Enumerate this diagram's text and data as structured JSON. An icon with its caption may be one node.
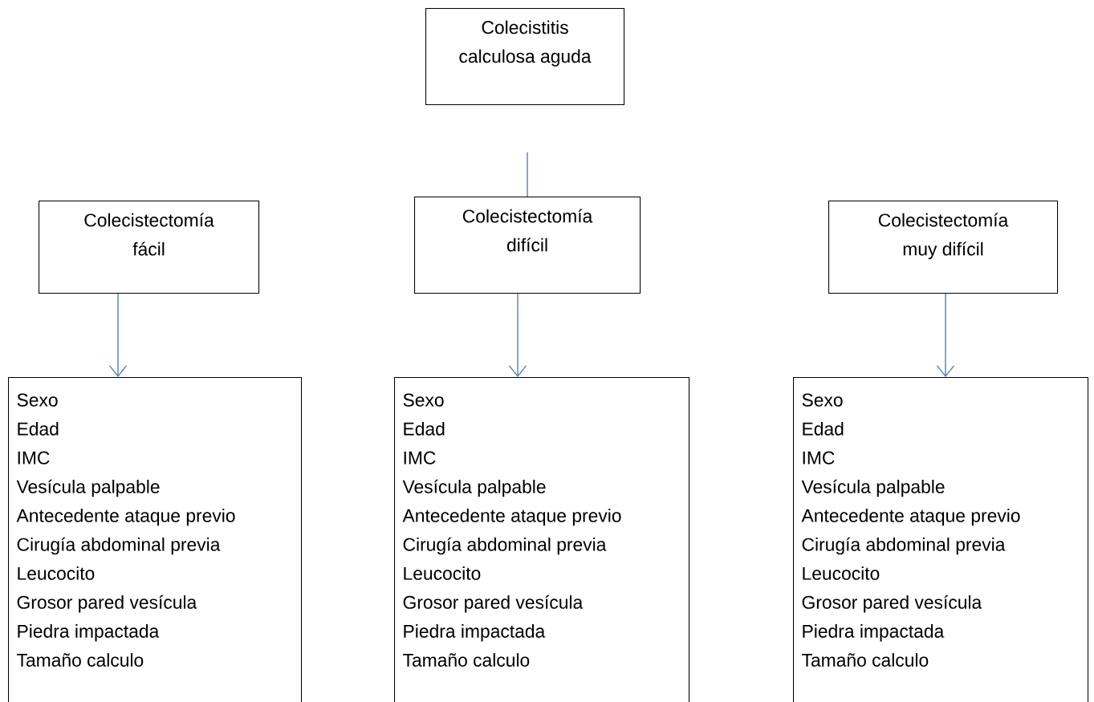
{
  "diagram": {
    "nodes": [
      {
        "text": [
          "Colecistitis calculosa aguda"
        ]
      },
      {
        "text": [
          "Colecistectomía fácil"
        ]
      },
      {
        "text": [
          "Colecistectomía difícil"
        ]
      },
      {
        "text": [
          "Colecistectomía muy difícil"
        ]
      },
      {
        "text": [
          "Sexo",
          "Edad",
          "IMC",
          "Vesícula palpable",
          "Antecedente ataque previo",
          "Cirugía abdominal previa",
          "Leucocito",
          "Grosor pared vesícula",
          "Piedra impactada",
          "Tamaño calculo"
        ]
      },
      {
        "text": [
          "Sexo",
          "Edad",
          "IMC",
          "Vesícula palpable",
          "Antecedente ataque previo",
          "Cirugía abdominal previa",
          "Leucocito",
          "Grosor pared vesícula",
          "Piedra impactada",
          "Tamaño calculo"
        ]
      },
      {
        "text": [
          "Sexo",
          "Edad",
          "IMC",
          "Vesícula palpable",
          "Antecedente ataque previo",
          "Cirugía abdominal previa",
          "Leucocito",
          "Grosor pared vesícula",
          "Piedra impactada",
          "Tamaño calculo"
        ]
      }
    ],
    "edges": [
      {
        "from": null,
        "to": 2,
        "arrow": "none"
      },
      {
        "from": 1,
        "to": 4,
        "arrow": "to"
      },
      {
        "from": 2,
        "to": 5,
        "arrow": "to"
      },
      {
        "from": 3,
        "to": 6,
        "arrow": "to"
      }
    ]
  }
}
